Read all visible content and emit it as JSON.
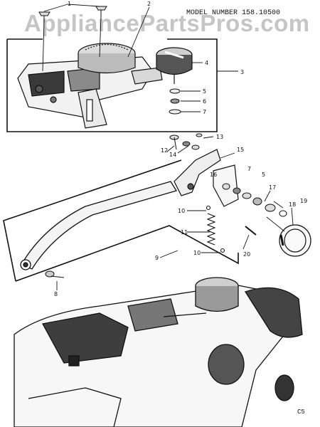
{
  "watermark": "AppliancePartsPros.com",
  "header": {
    "model_number": "MODEL NUMBER 158.10500"
  },
  "footer": {
    "code": "C5"
  },
  "callouts": {
    "c1": "1",
    "c2": "2",
    "c3": "3",
    "c4": "4",
    "c5": "5",
    "c6": "6",
    "c7": "7",
    "c8": "8",
    "c9": "9",
    "c10a": "10",
    "c10b": "10",
    "c11": "11",
    "c12": "12",
    "c13": "13",
    "c14": "14",
    "c15": "15",
    "c16": "16",
    "c7b": "7",
    "c5b": "5",
    "c17": "17",
    "c18": "18",
    "c19": "19",
    "c20": "20"
  }
}
